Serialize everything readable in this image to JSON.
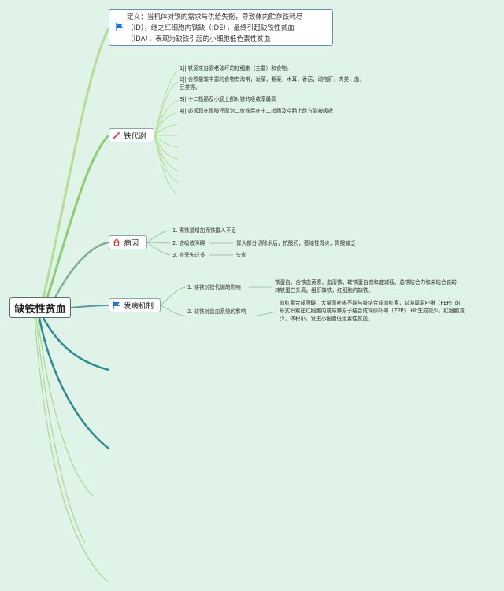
{
  "root": {
    "label": "缺铁性贫血"
  },
  "definition": {
    "lines": [
      "定义：当机体对铁的需求与供给失衡，导致体内贮存铁耗尽",
      "（ID），继之红细胞内铁缺（IDE），最终引起缺铁性贫血",
      "（IDA），表现为缺铁引起的小细胞低色素性贫血"
    ]
  },
  "iron_metabolism": {
    "label": "铁代谢",
    "items": [
      "1|| 铁源来自衰老破坏的红细胞（主要）和食物。",
      "2|| 含铁量较丰富的食物有海带，发菜，紫菜，木耳，香菇，动物肝，肉类，血，",
      "豆类等。",
      "3|| 十二指肠及小肠上部对铁的吸收率最高",
      "4|| 必须现在胃酸还原为二价铁后在十二指肠及空肠上段方能被吸收"
    ]
  },
  "etiology": {
    "label": "病因",
    "items": [
      {
        "label": "1. 需铁量增加而铁摄入不足",
        "detail": ""
      },
      {
        "label": "2. 铁吸收障碍",
        "detail": "胃大部分切除术后，抗酸药，萎缩性胃炎，胃酸缺乏"
      },
      {
        "label": "3. 铁丢失过多",
        "detail": "失血"
      }
    ]
  },
  "pathogenesis": {
    "label": "发病机制",
    "items": [
      {
        "label": "1. 缺铁对铁代谢的影响",
        "detail": [
          "铁蛋白，含铁血黄素，血清铁，转铁蛋白饱和度减低。总铁结合力和未结合铁的",
          "转铁蛋白升高。组织缺铁，红细胞内缺铁。"
        ]
      },
      {
        "label": "2. 缺铁对造血系统的影响",
        "detail": [
          "血红素合成障碍，大量原卟啉不能与铁结合成血红素，以游离原卟啉（FEP）的",
          "形式积累在红细胞内或与锌原子结合成锌原卟啉（ZPP）,Hb生成减少，红细胞减",
          "少，体积小，发生小细胞低色素性贫血。"
        ]
      }
    ]
  },
  "colors": {
    "background": "#dff3e8",
    "branch_light": "#a8d890",
    "branch_mid": "#7cc26a",
    "branch_teal": "#2f8a92",
    "flag_blue": "#1f74d8",
    "icon_red": "#d83a3a"
  }
}
